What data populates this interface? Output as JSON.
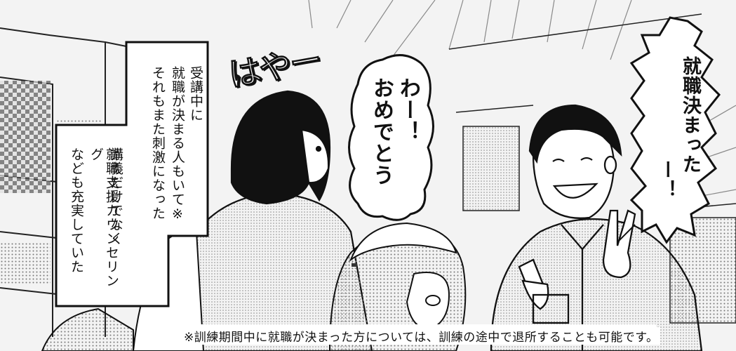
{
  "sound_effect": "はやー",
  "narration": {
    "lines": [
      "受講中に",
      "就職が決まる人もいて※",
      "それもまた刺激になった",
      "講義だけでなく",
      "就職支援カウンセリング",
      "なども充実していた"
    ]
  },
  "bubble_woman": {
    "lines": [
      "わー！",
      "おめでとう"
    ]
  },
  "bubble_man": {
    "lines": [
      "就職決まった",
      "ー！"
    ]
  },
  "footnote": "※訓練期間中に就職が決まった方については、訓練の途中で退所することも可能です。"
}
